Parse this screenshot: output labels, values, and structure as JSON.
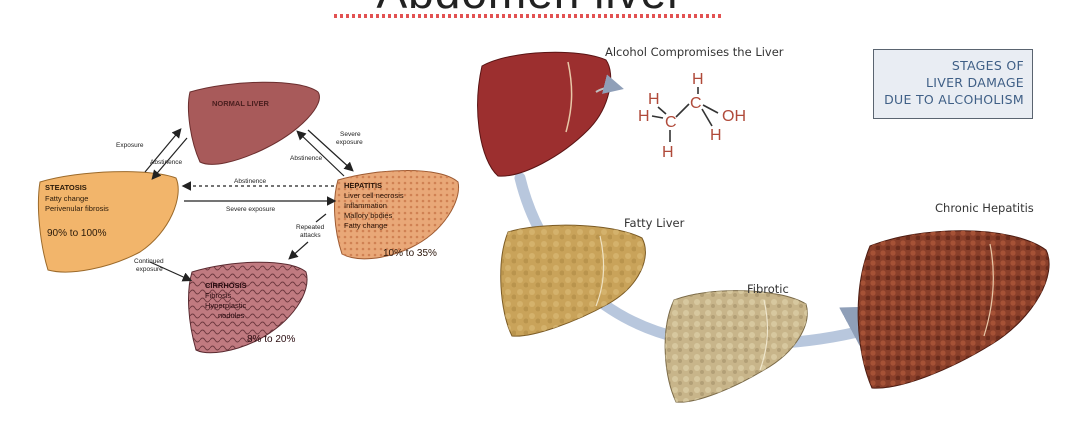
{
  "title": "Abdomen liver",
  "left_diagram": {
    "normal_liver": "NORMAL LIVER",
    "steatosis": {
      "title": "STEATOSIS",
      "lines": [
        "Fatty change",
        "Perivenular fibrosis"
      ],
      "percent": "90% to 100%"
    },
    "hepatitis": {
      "title": "HEPATITIS",
      "lines": [
        "Liver cell necrosis",
        "Inflammation",
        "Mallory bodies",
        "Fatty change"
      ],
      "percent": "10% to 35%"
    },
    "cirrhosis": {
      "title": "CIRRHOSIS",
      "lines": [
        "Fibrosis",
        "Hyperplastic",
        "nodules"
      ],
      "percent": "8% to 20%"
    },
    "arrow_labels": {
      "exposure": "Exposure",
      "abstinence_left": "Abstinence",
      "severe_exposure_top_1": "Severe",
      "severe_exposure_top_2": "exposure",
      "abstinence_right": "Abstinence",
      "abstinence_middle": "Abstinence",
      "severe_exposure_middle": "Severe exposure",
      "continued_exposure_1": "Continued",
      "continued_exposure_2": "exposure",
      "repeated_attacks_1": "Repeated",
      "repeated_attacks_2": "attacks"
    }
  },
  "right_diagram": {
    "alcohol_label": "Alcohol Compromises the Liver",
    "stages_box": [
      "STAGES OF",
      "LIVER DAMAGE",
      "DUE TO ALCOHOLISM"
    ],
    "fatty_liver": "Fatty Liver",
    "fibrotic": "Fibrotic",
    "chronic_hepatitis": "Chronic Hepatitis",
    "molecule": {
      "h_top": "H",
      "h_left_top": "H",
      "h_left": "H",
      "h_bottom_left": "H",
      "h_bottom_right": "H",
      "c1": "C",
      "c2": "C",
      "oh": "OH"
    }
  },
  "colors": {
    "normal_liver": "#a85a5a",
    "steatosis": "#f2b56b",
    "hepatitis": "#e9a878",
    "cirrhosis": "#c07a80",
    "healthy_liver_right": "#9c2f2f",
    "fatty_liver": "#c9a35a",
    "fibrotic": "#c8b58a",
    "chronic_hepatitis": "#8a3f2a",
    "arc": "#b8c7dd",
    "molecule": "#b04a3a",
    "stages_text": "#3f5f86"
  }
}
